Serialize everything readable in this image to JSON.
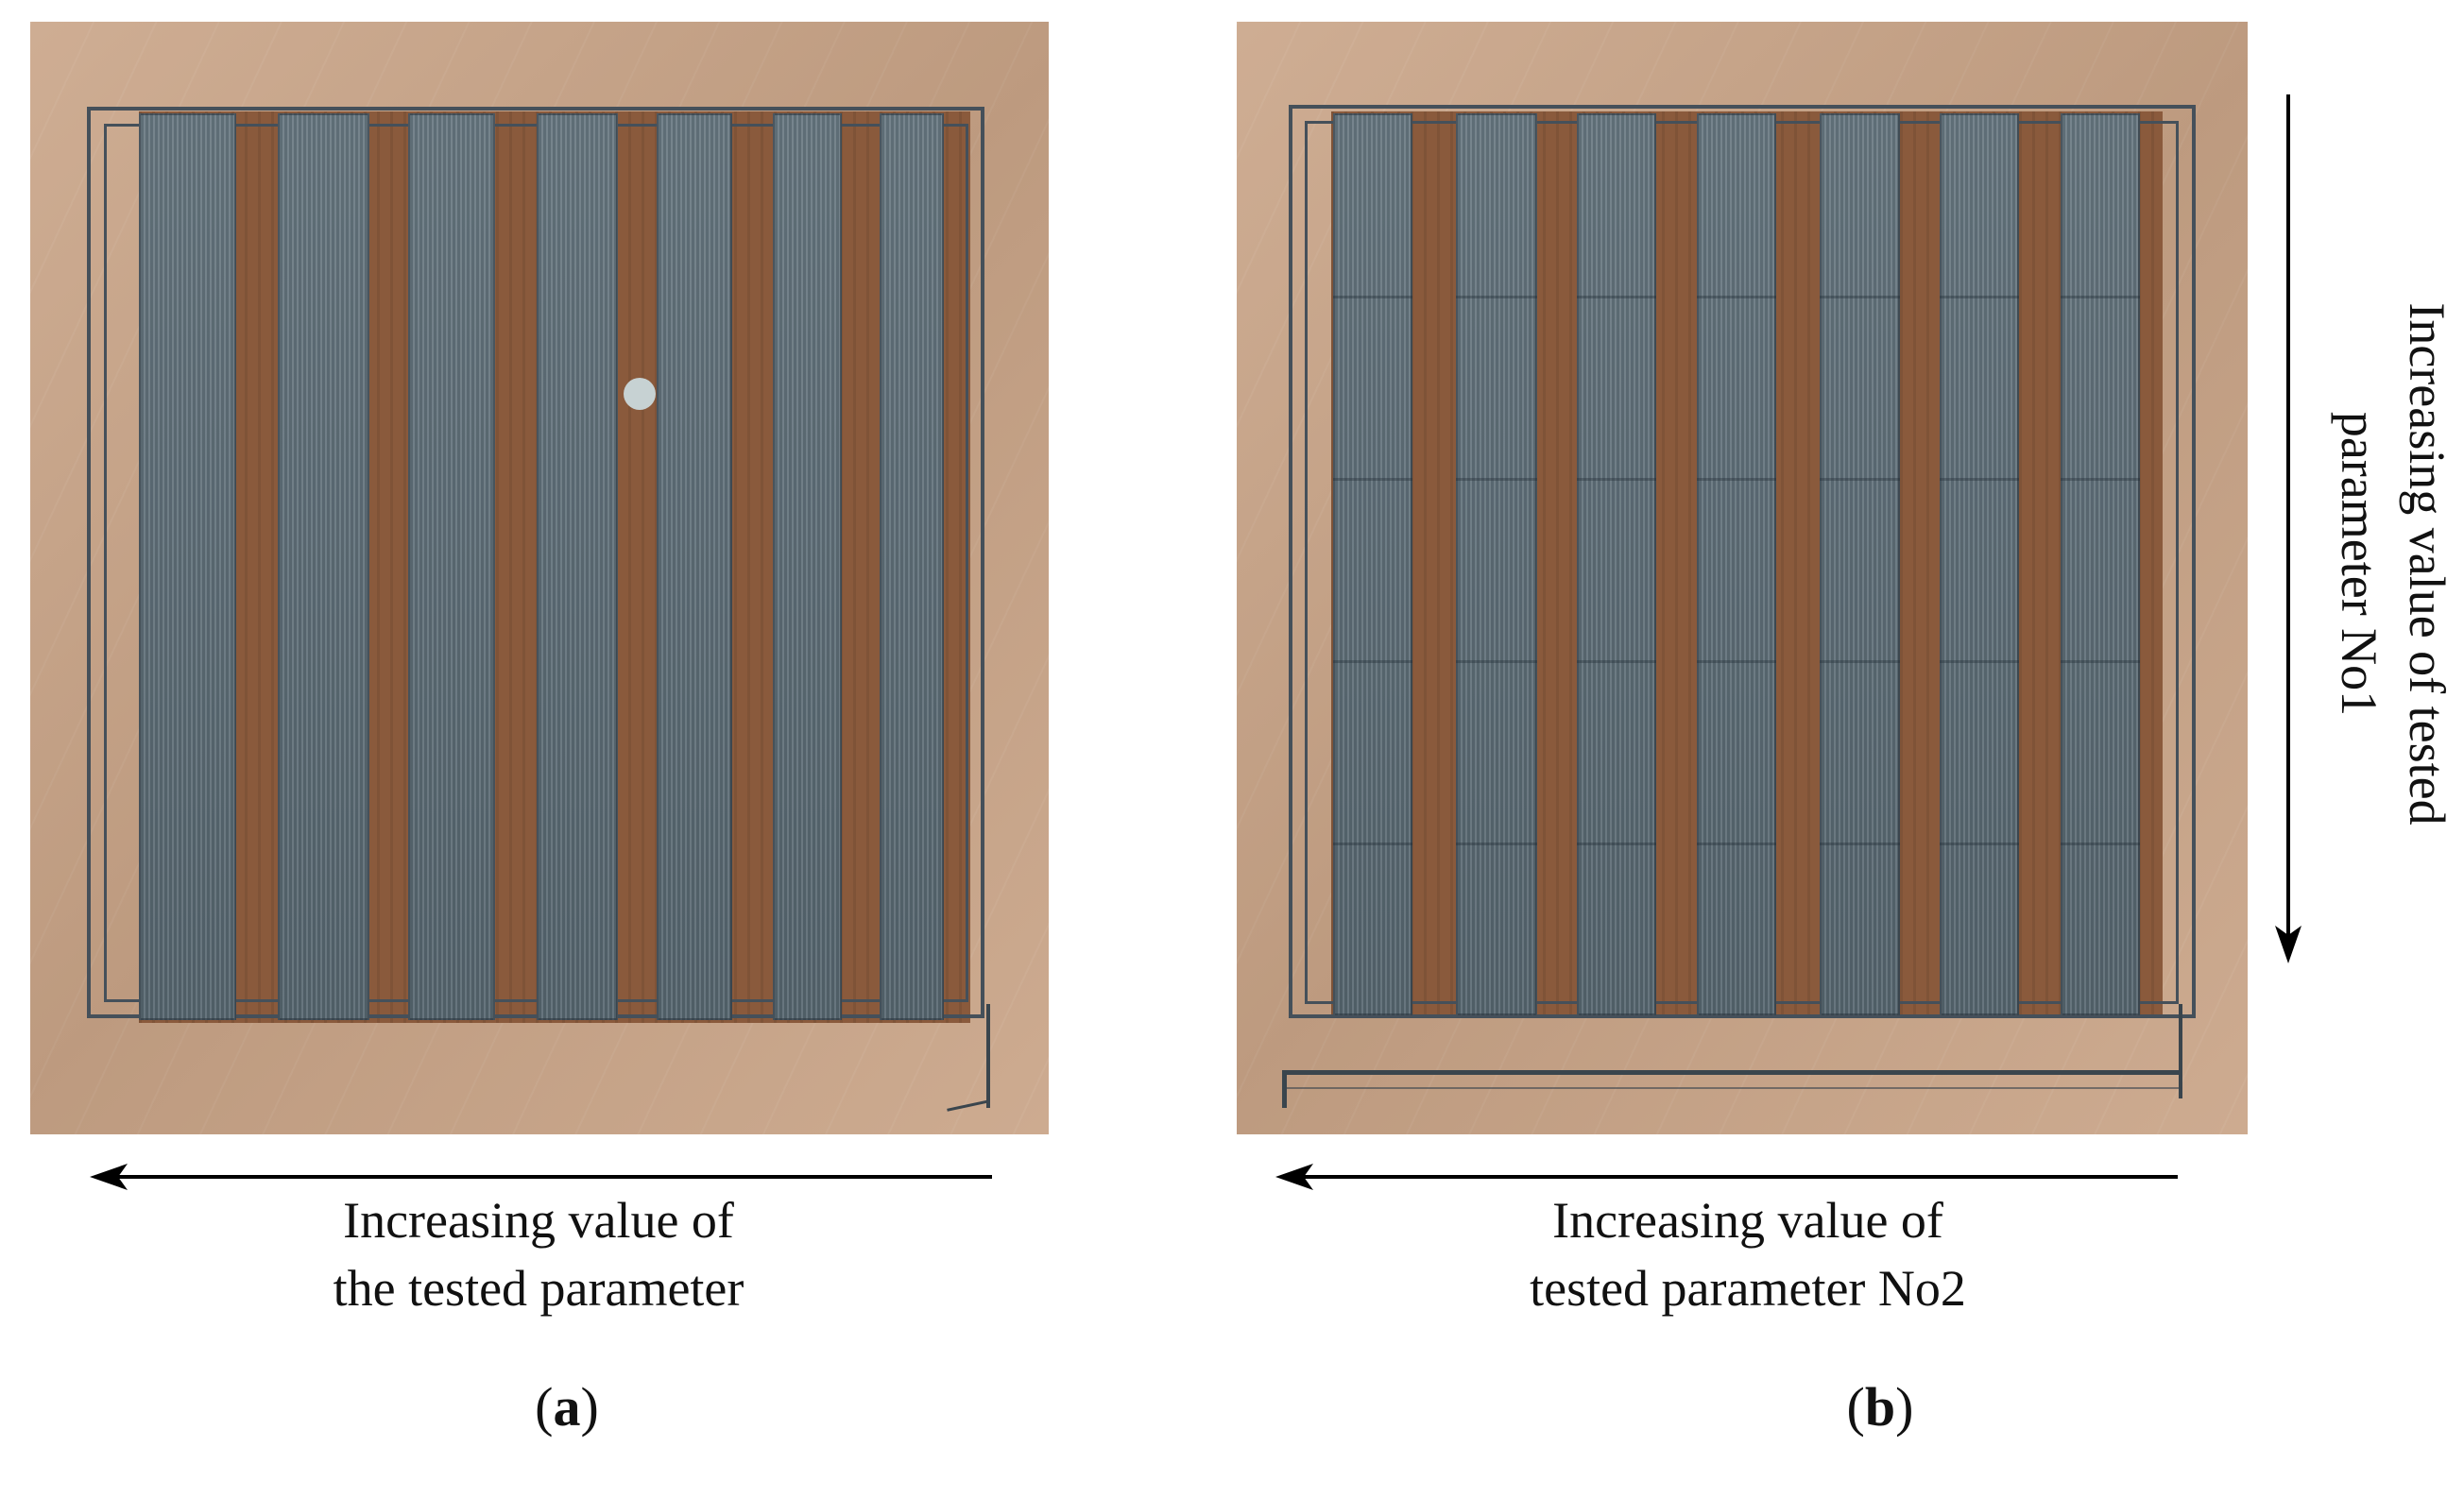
{
  "panels": [
    {
      "id": "a",
      "label_open": "(",
      "label_letter": "a",
      "label_close": ")",
      "caption_line1": "Increasing value of",
      "caption_line2": "the tested parameter",
      "strip_count": 7
    },
    {
      "id": "b",
      "label_open": "(",
      "label_letter": "b",
      "label_close": ")",
      "caption_line1": "Increasing value of",
      "caption_line2": "tested parameter No2",
      "vertical_caption_line1": "Increasing value of tested",
      "vertical_caption_line2": "parameter No1",
      "strip_count": 7,
      "segment_rows": 5
    }
  ],
  "colors": {
    "print_bed": "#c9a487",
    "strip": "#5d6e78",
    "arrow": "#000000"
  },
  "icons": {
    "left_arrow": "arrow-left-icon",
    "down_arrow": "arrow-down-icon"
  }
}
